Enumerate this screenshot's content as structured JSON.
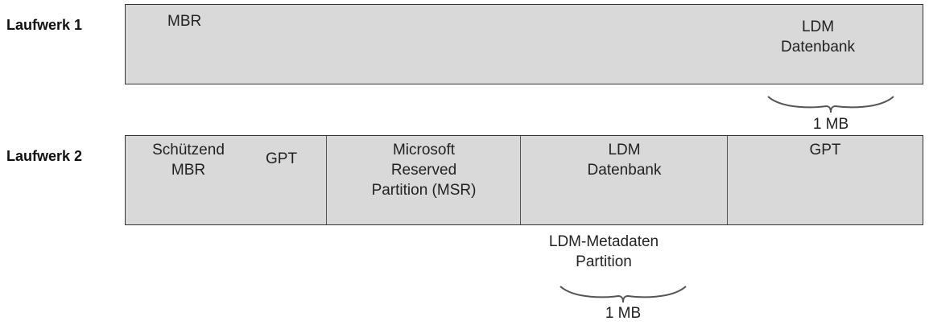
{
  "drive1": {
    "label": "Laufwerk 1",
    "mbr": "MBR",
    "ldm_db": "LDM\nDatenbank",
    "brace_label": "1 MB"
  },
  "drive2": {
    "label": "Laufwerk 2",
    "protective_mbr": "Schützend\nMBR",
    "gpt_start": "GPT",
    "msr": "Microsoft\nReserved\nPartition (MSR)",
    "ldm_db": "LDM\nDatenbank",
    "gpt_end": "GPT",
    "metadata_label": "LDM-Metadaten\nPartition",
    "brace_label": "1 MB"
  },
  "colors": {
    "box_fill": "#d9d9d9",
    "border": "#333333"
  }
}
